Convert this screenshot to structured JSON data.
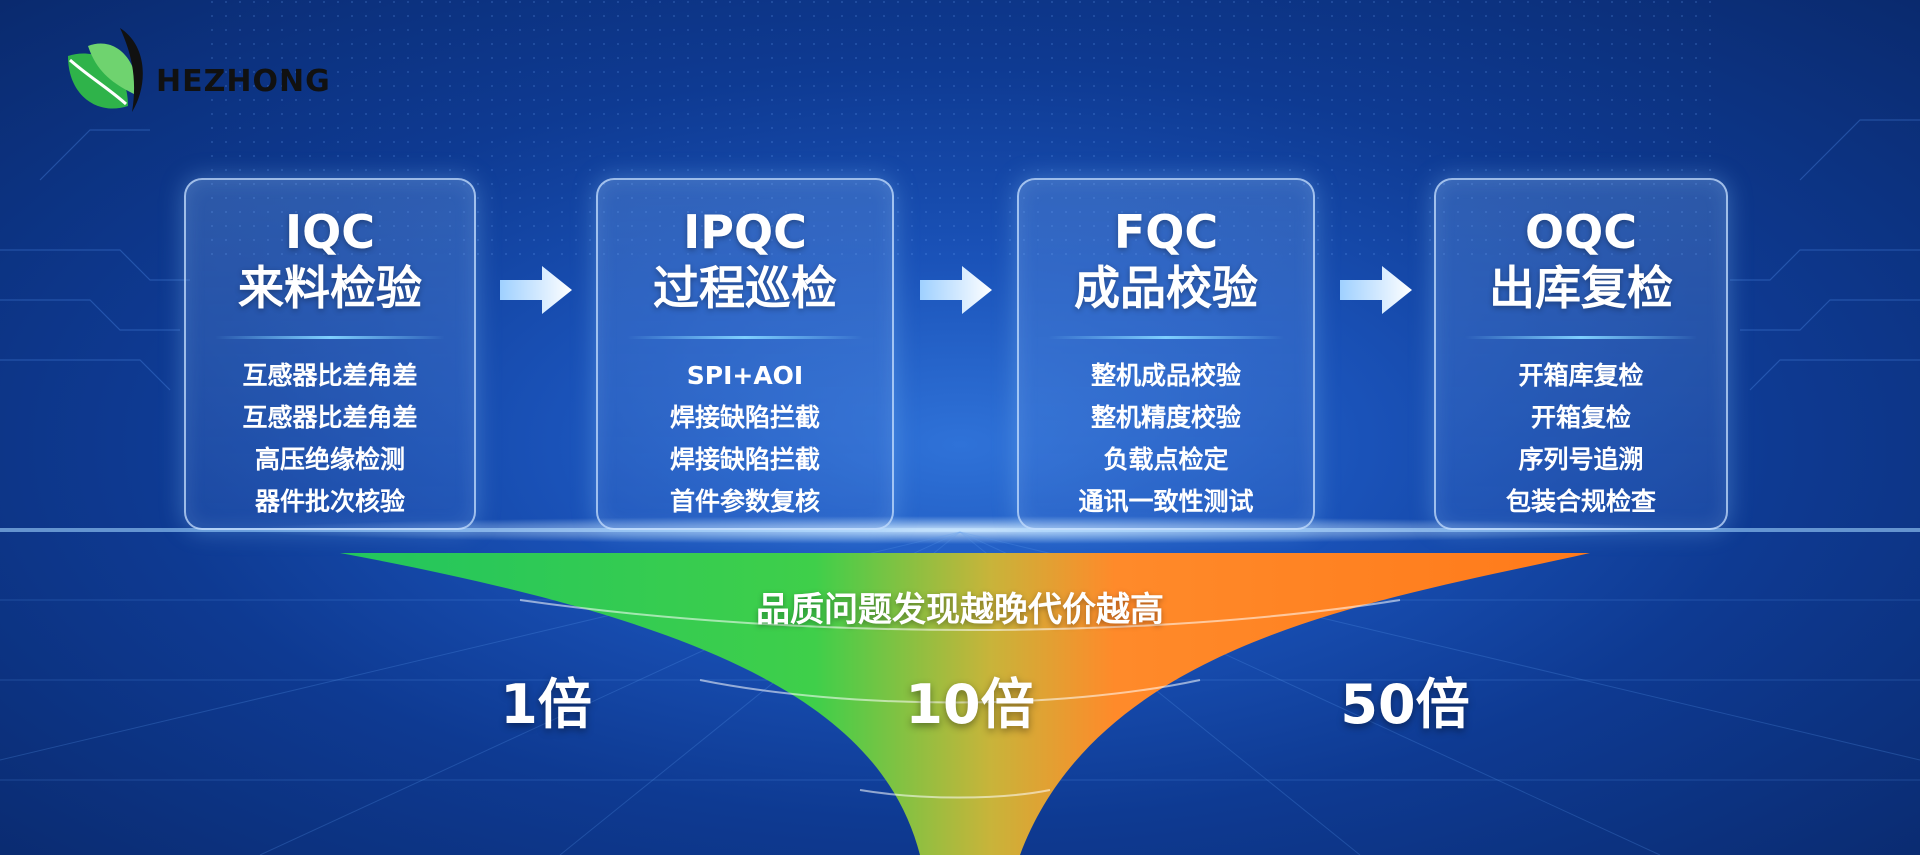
{
  "logo": {
    "text": "HEZHONG",
    "icon": "leaf-logo-icon"
  },
  "stages": [
    {
      "code": "IQC",
      "name": "来料检验",
      "items": [
        "互感器比差角差",
        "互感器比差角差",
        "高压绝缘检测",
        "器件批次核验"
      ]
    },
    {
      "code": "IPQC",
      "name": "过程巡检",
      "items": [
        "SPI+AOI",
        "焊接缺陷拦截",
        "焊接缺陷拦截",
        "首件参数复核"
      ]
    },
    {
      "code": "FQC",
      "name": "成品校验",
      "items": [
        "整机成品校验",
        "整机精度校验",
        "负载点检定",
        "通讯一致性测试"
      ]
    },
    {
      "code": "OQC",
      "name": "出库复检",
      "items": [
        "开箱库复检",
        "开箱复检",
        "序列号追溯",
        "包装合规检查"
      ]
    }
  ],
  "funnel": {
    "title": "品质问题发现越晚代价越高",
    "multipliers": [
      "1倍",
      "10倍",
      "50倍"
    ]
  },
  "colors": {
    "green": "#22c55e",
    "orange": "#ff7a1a",
    "accent": "#7fd0ff"
  }
}
